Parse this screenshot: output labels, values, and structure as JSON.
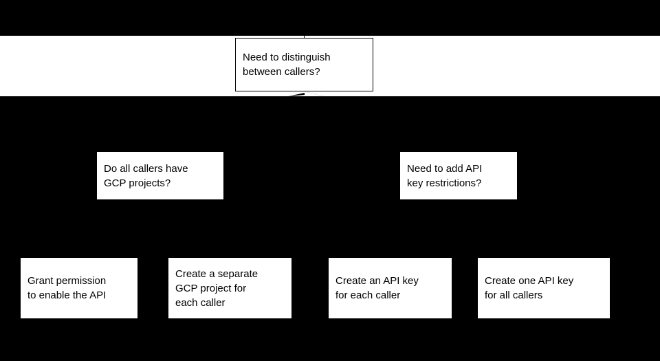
{
  "canvas": {
    "background_color": "#000000",
    "node_fill_color": "#ffffff",
    "node_text_color": "#000000",
    "band_color": "#ffffff"
  },
  "flowchart": {
    "type": "decision-tree",
    "root": {
      "id": "need-to-distinguish",
      "label": "Need to distinguish\nbetween callers?",
      "shape": "rectangle",
      "bordered": true
    },
    "decisions": [
      {
        "id": "gcp-projects",
        "label": "Do all callers have\nGCP projects?",
        "shape": "rectangle",
        "bordered": false
      },
      {
        "id": "key-restrictions",
        "label": "Need to add API\nkey restrictions?",
        "shape": "rectangle",
        "bordered": false
      }
    ],
    "outcomes": [
      {
        "id": "grant-permission",
        "label": "Grant permission\nto enable the API",
        "shape": "rectangle",
        "bordered": false
      },
      {
        "id": "separate-project",
        "label": "Create a separate\nGCP project for\neach caller",
        "shape": "rectangle",
        "bordered": false
      },
      {
        "id": "key-each-caller",
        "label": "Create an API key\nfor each caller",
        "shape": "rectangle",
        "bordered": false
      },
      {
        "id": "key-all-callers",
        "label": "Create one API key\nfor all callers",
        "shape": "rectangle",
        "bordered": false
      }
    ]
  }
}
